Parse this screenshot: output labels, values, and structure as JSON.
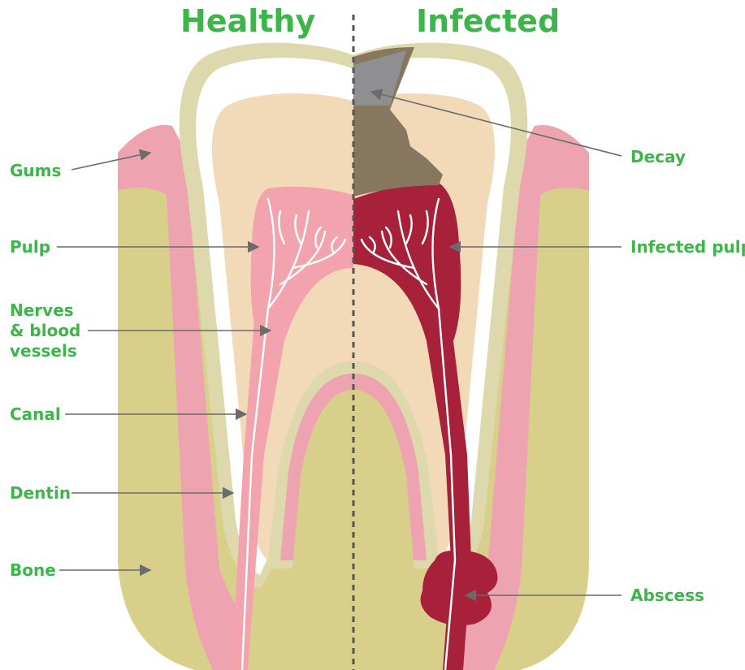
{
  "titles": {
    "healthy": "Healthy",
    "infected": "Infected"
  },
  "labels": {
    "gums": "Gums",
    "pulp": "Pulp",
    "nerves": "Nerves\n& blood\nvessels",
    "canal": "Canal",
    "dentin": "Dentin",
    "bone": "Bone",
    "decay": "Decay",
    "infected_pulp": "Infected pulp",
    "abscess": "Abscess"
  },
  "colors": {
    "label_green": "#3db54a",
    "bone": "#d8cf8a",
    "gums": "#eea4b0",
    "enamel": "#ddd9ac",
    "dentin": "#f2d9b8",
    "pulp_healthy": "#f2a3ad",
    "pulp_infected": "#a8213b",
    "decay": "#87775e",
    "decay_light": "#8f8f92",
    "arrow": "#6b6b6b"
  }
}
